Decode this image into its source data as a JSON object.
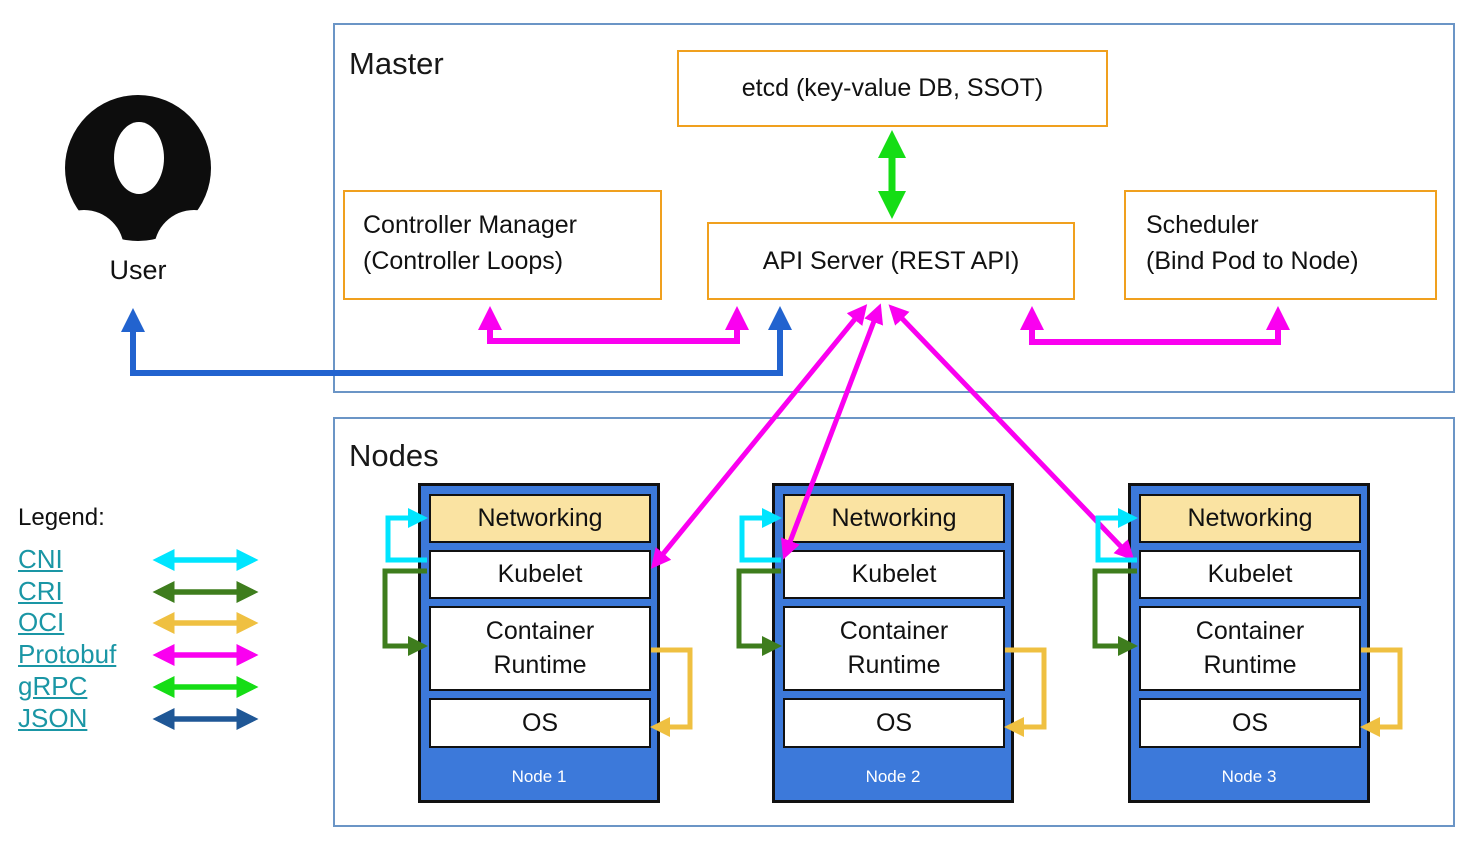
{
  "colors": {
    "cni": "#00e5ff",
    "cri": "#3e7d1d",
    "oci": "#efc041",
    "protobuf": "#fa00f0",
    "grpc": "#15dd15",
    "json": "#1f5796",
    "user_json": "#2263cf",
    "box_border": "#f0a01e",
    "frame_border": "#6b95c6",
    "node_fill": "#3c79da",
    "networking_fill": "#fae3a2",
    "link": "#1a96a5",
    "icon_black": "#0d0d0d"
  },
  "user": {
    "label": "User"
  },
  "master": {
    "title": "Master",
    "etcd_label": "etcd (key-value DB, SSOT)",
    "controller_manager": {
      "line1": "Controller Manager",
      "line2": "(Controller Loops)"
    },
    "api_server_label": "API Server (REST API)",
    "scheduler": {
      "line1": "Scheduler",
      "line2": "(Bind Pod to Node)"
    }
  },
  "nodes": {
    "title": "Nodes",
    "layers": {
      "networking": "Networking",
      "kubelet": "Kubelet",
      "runtime": "Container Runtime",
      "os": "OS"
    },
    "items": [
      {
        "label": "Node 1"
      },
      {
        "label": "Node 2"
      },
      {
        "label": "Node 3"
      }
    ]
  },
  "legend": {
    "title": "Legend:",
    "items": [
      {
        "label": "CNI",
        "color": "cni"
      },
      {
        "label": "CRI",
        "color": "cri"
      },
      {
        "label": "OCI",
        "color": "oci"
      },
      {
        "label": "Protobuf",
        "color": "protobuf"
      },
      {
        "label": "gRPC",
        "color": "grpc"
      },
      {
        "label": "JSON",
        "color": "json"
      }
    ]
  }
}
